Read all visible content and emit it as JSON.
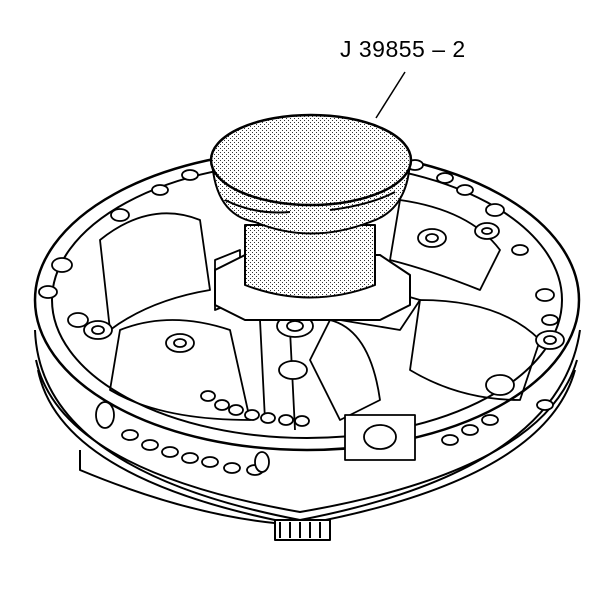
{
  "diagram": {
    "callout_label": "J 39855 – 2",
    "subject": "transmission oil pump body with seal installer tool",
    "tool_fill_pattern": "stippled",
    "colors": {
      "line": "#000000",
      "background": "#ffffff",
      "stipple": "#555555"
    }
  }
}
